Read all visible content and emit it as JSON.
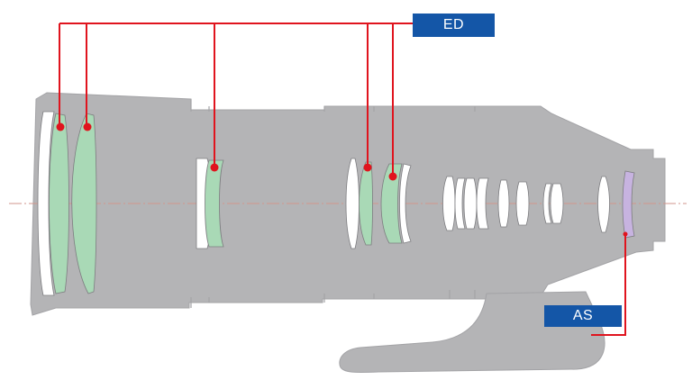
{
  "labels": {
    "ed": "ED",
    "as": "AS"
  },
  "colors": {
    "barrel": "#b4b4b6",
    "barrel_edge": "#a3a3a6",
    "lens_clear": "#ffffff",
    "lens_ed": "#a9d9b6",
    "lens_as": "#c7b3e0",
    "lens_outline": "#7d7d80",
    "leader": "#e0141e",
    "tag_fill": "#1456a7",
    "optical_axis": "#d2968c"
  },
  "icons": {
    "leader_marker": "red-dot"
  }
}
